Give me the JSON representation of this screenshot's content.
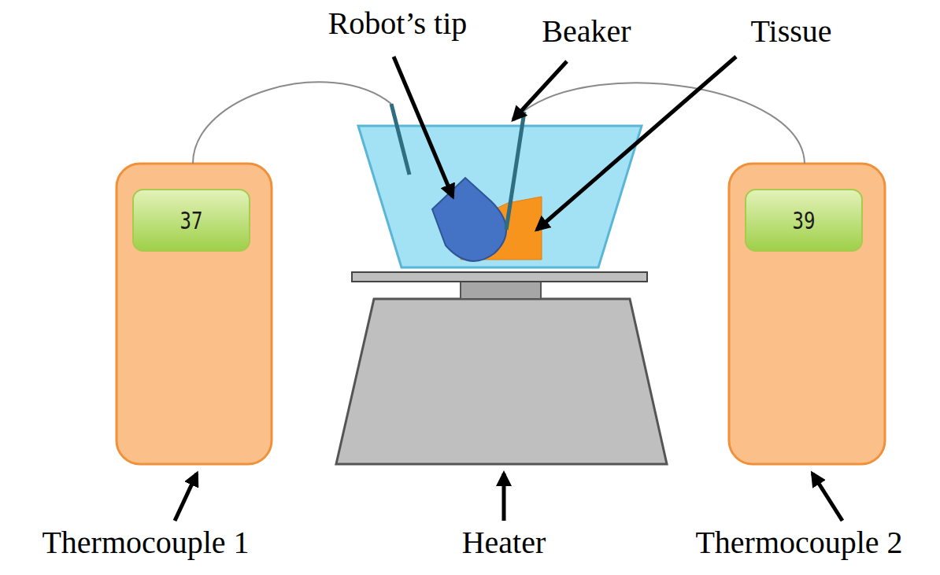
{
  "diagram": {
    "nodes": [
      {
        "text": [
          "37"
        ]
      },
      {
        "text": [
          "39"
        ]
      }
    ],
    "labels": [
      "Robot’s tip",
      "Beaker",
      "Tissue",
      "Thermocouple 1",
      "Heater",
      "Thermocouple 2"
    ]
  }
}
